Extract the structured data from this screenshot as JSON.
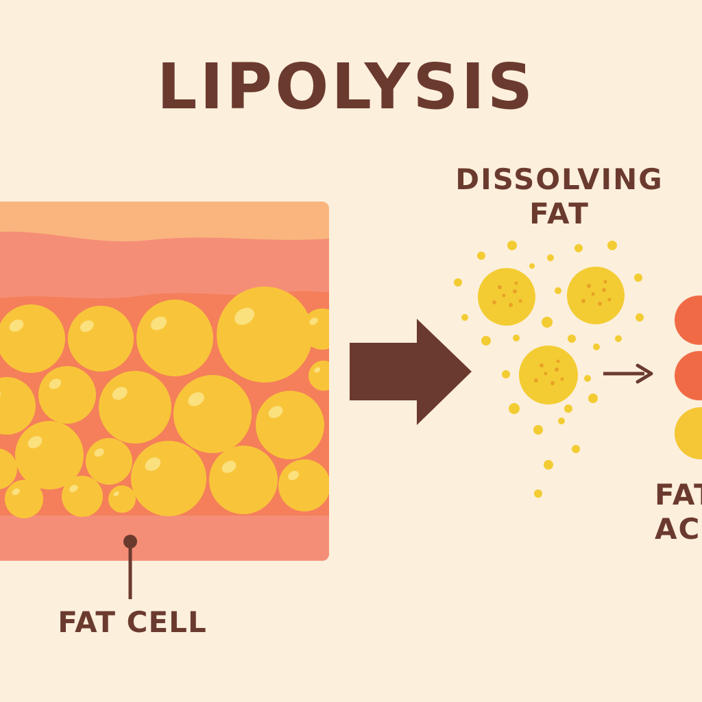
{
  "title": "LIPOLYSIS",
  "labels": {
    "dissolving_line1": "DISSOLVING",
    "dissolving_line2": "FAT",
    "fat_cell": "FAT CELL",
    "fatty_line1": "FAT",
    "fatty_line2": "AC"
  },
  "colors": {
    "background": "#fcefdc",
    "text": "#6b3a2e",
    "arrow": "#6b3a2e",
    "skin_top": "#f9b57d",
    "skin_mid": "#f58e77",
    "fat_matrix": "#f47f5a",
    "fat_cell": "#f8c53a",
    "fat_cell_highlight": "#fbe07e",
    "droplet": "#f3cc33",
    "droplet_dots": "#e8a126",
    "acid_orange": "#f06b45",
    "acid_yellow": "#f5c635"
  },
  "icons": {
    "big_arrow": "right-arrow-icon",
    "small_arrow": "right-arrow-icon"
  }
}
